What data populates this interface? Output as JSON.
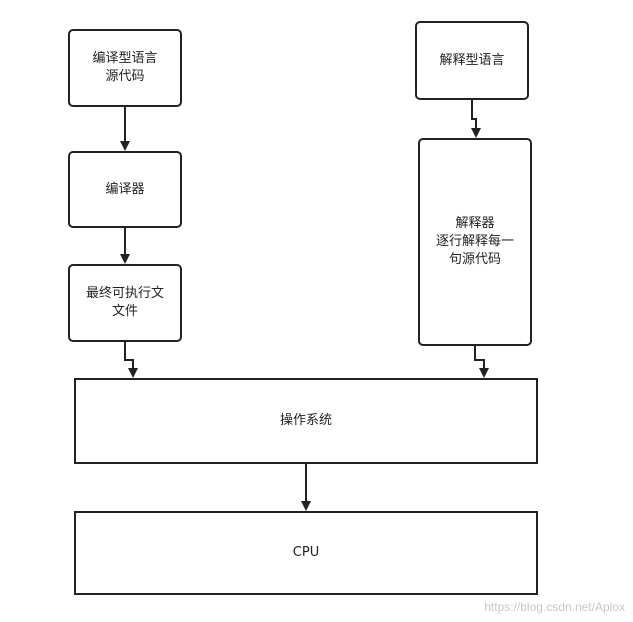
{
  "nodes": {
    "compiled_source": "编译型语言\n源代码",
    "compiler": "编译器",
    "executable": "最终可执行文\n文件",
    "interpreted_source": "解释型语言",
    "interpreter": "解释器\n逐行解释每一\n句源代码",
    "os": "操作系统",
    "cpu": "CPU"
  },
  "watermark": "https://blog.csdn.net/Aplox",
  "colors": {
    "stroke": "#222222",
    "background": "#ffffff",
    "watermark": "#c8c8c8"
  }
}
